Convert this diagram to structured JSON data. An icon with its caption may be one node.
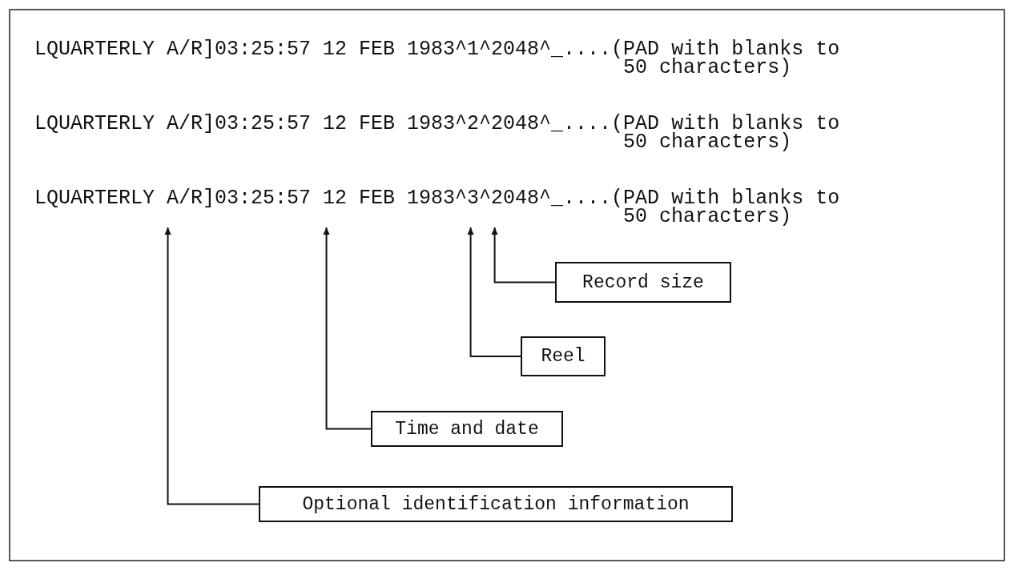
{
  "diagram": {
    "nodes": [
      {
        "text": [
          "LQUARTERLY A/R]03:25:57 12 FEB 1983^1^2048^_....(PAD with blanks to 50 characters)"
        ]
      },
      {
        "text": [
          "LQUARTERLY A/R]03:25:57 12 FEB 1983^2^2048^_....(PAD with blanks to 50 characters)"
        ]
      },
      {
        "text": [
          "LQUARTERLY A/R]03:25:57 12 FEB 1983^3^2048^_....(PAD with blanks to 50 characters)"
        ]
      },
      {
        "text": [
          "Record size"
        ]
      },
      {
        "text": [
          "Reel"
        ]
      },
      {
        "text": [
          "Time and date"
        ]
      },
      {
        "text": [
          "Optional identification information"
        ]
      }
    ],
    "edges": [
      {
        "from": 3,
        "to": 2,
        "arrow": "to"
      },
      {
        "from": 4,
        "to": 2,
        "arrow": "to"
      },
      {
        "from": 5,
        "to": 2,
        "arrow": "to"
      },
      {
        "from": 6,
        "to": 2,
        "arrow": "to"
      }
    ]
  }
}
